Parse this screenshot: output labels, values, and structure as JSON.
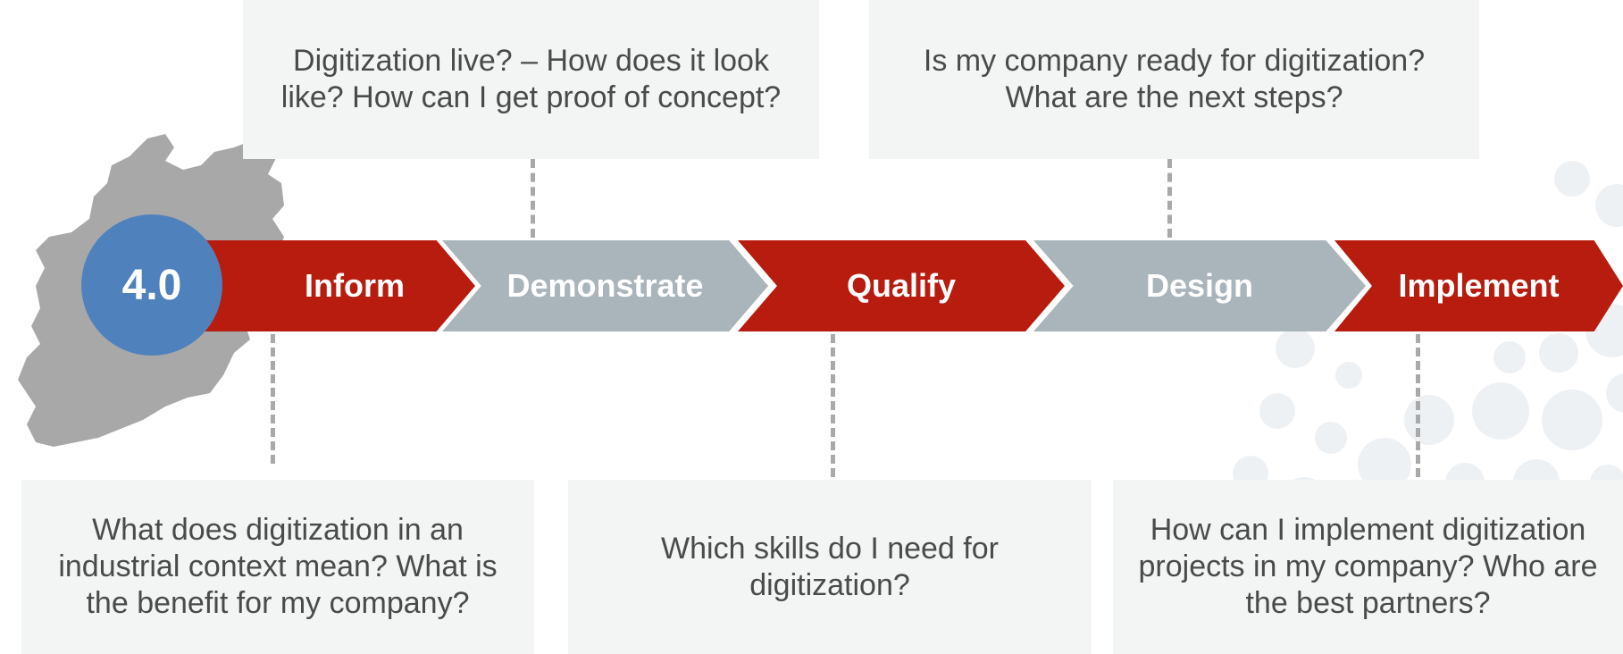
{
  "colors": {
    "red_step": "#b71c0f",
    "grey_step": "#aab4bb",
    "badge": "#4f81bd",
    "box_bg": "#f3f5f5",
    "text": "#4a4a4a",
    "map": "#a8a8a8",
    "dash": "#a9a9a9"
  },
  "badge": {
    "label": "4.0"
  },
  "steps": [
    {
      "label": "Inform",
      "color": "red"
    },
    {
      "label": "Demonstrate",
      "color": "grey"
    },
    {
      "label": "Qualify",
      "color": "red"
    },
    {
      "label": "Design",
      "color": "grey"
    },
    {
      "label": "Implement",
      "color": "red"
    }
  ],
  "questions": {
    "inform": "What does digitization in an industrial context mean? What is the benefit for my company?",
    "demonstrate": "Digitization live? – How does it look like? How can I get proof of concept?",
    "qualify": "Which skills do I need for digitization?",
    "design": "Is my company ready for digitization? What are the next steps?",
    "implement": "How can I implement digitization projects in my company? Who are the best partners?"
  }
}
